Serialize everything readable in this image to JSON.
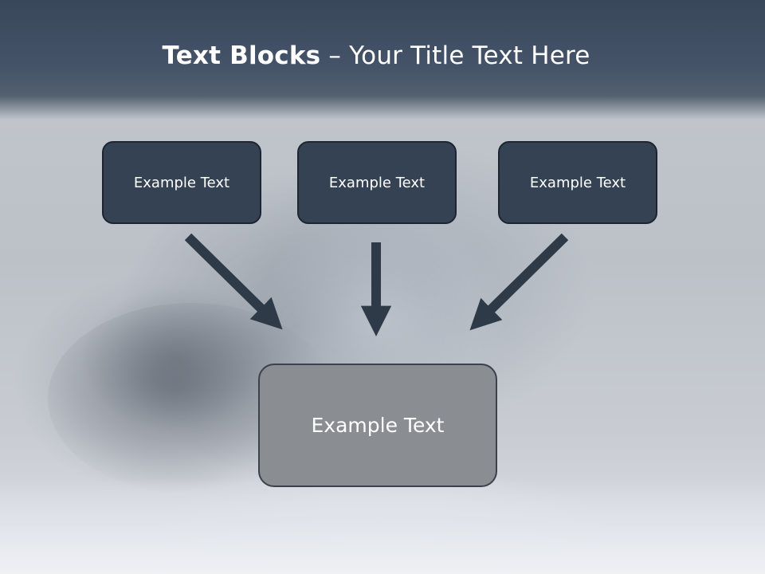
{
  "title": {
    "bold": "Text Blocks",
    "separator": " – ",
    "rest": "Your Title Text Here"
  },
  "top_boxes": [
    {
      "label": "Example Text"
    },
    {
      "label": "Example Text"
    },
    {
      "label": "Example Text"
    }
  ],
  "bottom_box": {
    "label": "Example Text"
  },
  "colors": {
    "header": "#3d4b5e",
    "top_box_fill": "#344253",
    "top_box_border": "#1e2530",
    "bottom_box_fill": "#8a8d91",
    "bottom_box_border": "#3b424c",
    "arrow": "#2e3a48"
  }
}
